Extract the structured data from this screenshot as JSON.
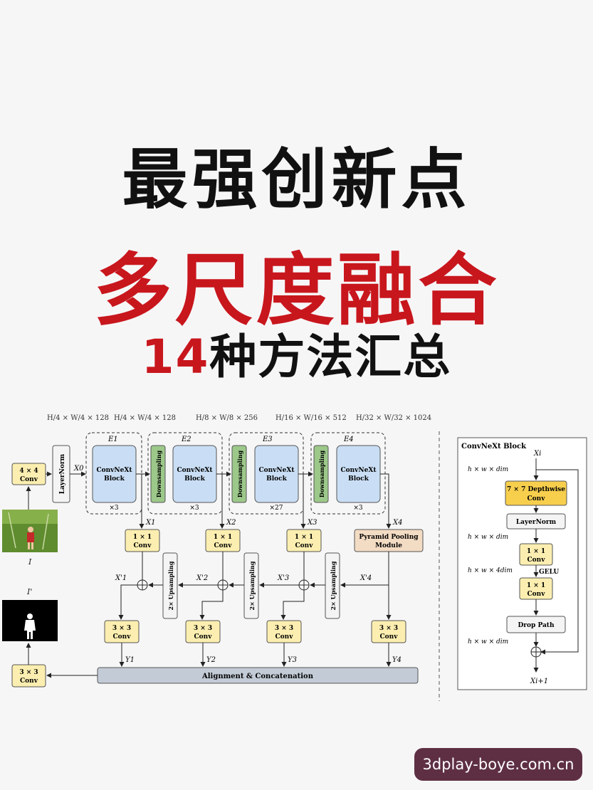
{
  "header": {
    "line1": "最强创新点",
    "line2": "多尺度融合",
    "line3_number": "14",
    "line3_text": "种方法汇总"
  },
  "diagram": {
    "dims": [
      "H/4 × W/4 × 128",
      "H/4 × W/4 × 128",
      "H/8 × W/8 × 256",
      "H/16 × W/16 × 512",
      "H/32 × W/32 × 1024"
    ],
    "stages": [
      {
        "label": "E1",
        "block": "ConvNeXt Block",
        "repeat": "×3"
      },
      {
        "label": "E2",
        "block": "ConvNeXt Block",
        "repeat": "×3"
      },
      {
        "label": "E3",
        "block": "ConvNeXt Block",
        "repeat": "×27"
      },
      {
        "label": "E4",
        "block": "ConvNeXt Block",
        "repeat": "×3"
      }
    ],
    "downsampling": "Downsampling",
    "layernorm": "LayerNorm",
    "conv4": "4 × 4 Conv",
    "conv1": "1 × 1 Conv",
    "conv3": "3 × 3 Conv",
    "ppm": "Pyramid Pooling Module",
    "upsampling": "2× Upsampling",
    "align": "Alignment & Concatenation",
    "x_labels": [
      "X0",
      "X1",
      "X2",
      "X3",
      "X4"
    ],
    "xp_labels": [
      "X'1",
      "X'2",
      "X'3",
      "X'4"
    ],
    "y_labels": [
      "Y1",
      "Y2",
      "Y3",
      "Y4"
    ],
    "input_label": "I",
    "output_label": "I'",
    "side": {
      "title": "ConvNeXt Block",
      "input": "Xi",
      "output": "Xi+1",
      "dims": [
        "h × w × dim",
        "h × w × dim",
        "h × w × 4dim",
        "h × w × dim"
      ],
      "dw": "7 × 7 Depthwise Conv",
      "ln": "LayerNorm",
      "c1": "1 × 1 Conv",
      "gelu": "GELU",
      "c2": "1 × 1 Conv",
      "dp": "Drop Path"
    }
  },
  "watermark": "3dplay-boye.com.cn",
  "colors": {
    "red": "#c8161d",
    "yellow": "#fbeeb0",
    "green": "#9cc88a",
    "blue": "#c9def4",
    "gray_bar": "#c3ccd6",
    "orange": "#f3dcc4"
  }
}
